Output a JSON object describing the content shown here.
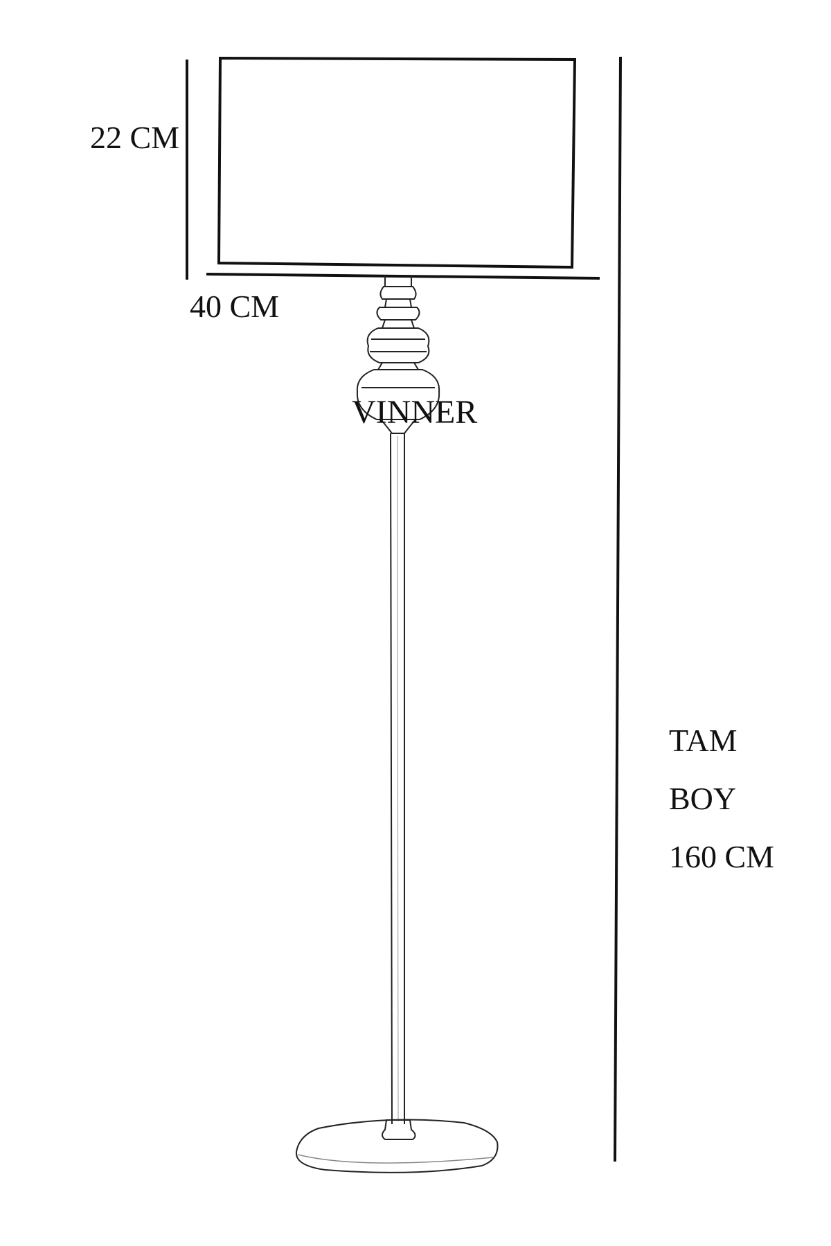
{
  "dimensions": {
    "shade_height": "22 CM",
    "shade_width": "40 CM",
    "total_height_lines": [
      "TAM",
      "BOY",
      "160 CM"
    ]
  },
  "product": {
    "name": "VINNER"
  },
  "colors": {
    "line": "#111111",
    "background": "#ffffff"
  }
}
